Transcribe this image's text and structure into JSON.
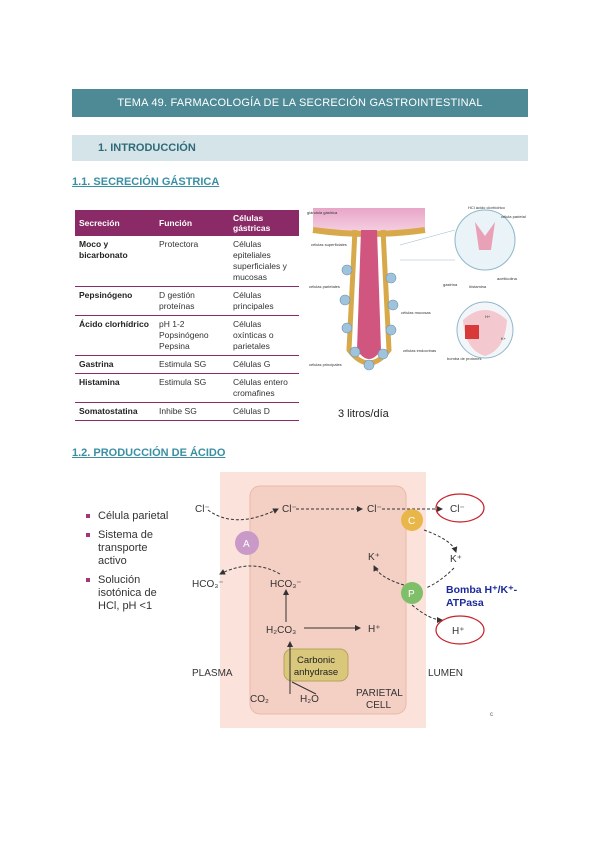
{
  "header": {
    "title": "TEMA 49. FARMACOLOGÍA DE LA SECRECIÓN GASTROINTESTINAL"
  },
  "section": {
    "title": "1.   INTRODUCCIÓN"
  },
  "subsections": {
    "s1": "1.1. SECRECIÓN GÁSTRICA",
    "s2": "1.2. PRODUCCIÓN DE ÁCIDO"
  },
  "table": {
    "headers": [
      "Secreción",
      "Función",
      "Células gástricas"
    ],
    "rows": [
      [
        "Moco y bicarbonato",
        "Protectora",
        "Células epiteliales superficiales y mucosas"
      ],
      [
        "Pepsinógeno",
        "D gestión proteínas",
        "Células principales"
      ],
      [
        "Ácido clorhídrico",
        "pH 1-2 Popsinógeno Pepsina",
        "Células oxínticas o parietales"
      ],
      [
        "Gastrina",
        "Estimula SG",
        "Células G"
      ],
      [
        "Histamina",
        "Estimula SG",
        "Células entero cromafines"
      ],
      [
        "Somatostatina",
        "Inhibe SG",
        "Células D"
      ]
    ]
  },
  "gland_figure": {
    "labels": [
      "glándula gástrica",
      "células superficiales",
      "células parietales",
      "células mucosas",
      "células principales",
      "células endocrinas",
      "HCl ácido clorhídrico",
      "célula parietal",
      "gastrina",
      "histamina",
      "acetilcolina",
      "bomba de protones",
      "H+",
      "K+"
    ],
    "note": "3 litros/día"
  },
  "bullets": [
    "Célula parietal",
    "Sistema de transporte activo",
    "Solución isotónica de HCl, pH <1"
  ],
  "acid_diagram": {
    "plasma": "PLASMA",
    "lumen": "LUMEN",
    "cell": "PARIETAL CELL",
    "enzyme": "Carbonic anhydrase",
    "cl_left": "Cl⁻",
    "cl_mid": "Cl⁻",
    "cl_right": "Cl⁻",
    "cl_lumen": "Cl⁻",
    "hco3_out": "HCO₃⁻",
    "hco3_in": "HCO₃⁻",
    "h2co3": "H₂CO₃",
    "h_in": "H⁺",
    "h_lumen": "H⁺",
    "k_in": "K⁺",
    "k_out": "K⁺",
    "co2": "CO₂",
    "h2o": "H₂O",
    "transporter_a": "A",
    "transporter_c": "C",
    "transporter_p": "P",
    "pump_label_1": "Bomba H⁺/K⁺-",
    "pump_label_2": "ATPasa",
    "colors": {
      "cell": "#f4cfc4",
      "plasma_band": "#fbe3dc",
      "a": "#c99ac8",
      "c": "#e9b64a",
      "p": "#7fbf6a",
      "pump_text": "#1b2a9a",
      "ring": "#c8202a"
    }
  },
  "page_mark": "c"
}
